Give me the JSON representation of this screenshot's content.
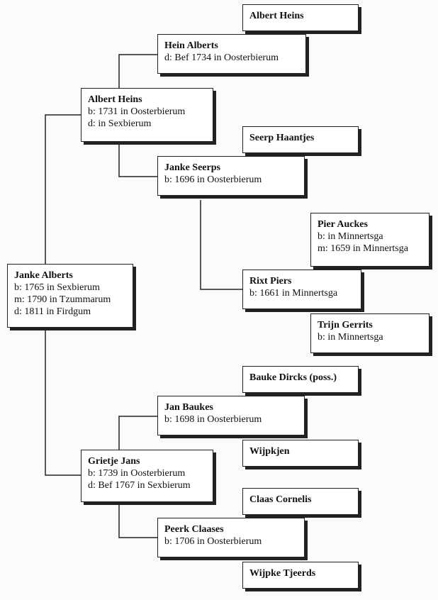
{
  "people": {
    "albert_heins_sr": {
      "name": "Albert Heins"
    },
    "hein_alberts": {
      "name": "Hein Alberts",
      "death": "d: Bef 1734 in Oosterbierum"
    },
    "albert_heins": {
      "name": "Albert Heins",
      "birth": "b: 1731 in Oosterbierum",
      "death": "d: in Sexbierum"
    },
    "seerp_haantjes": {
      "name": "Seerp Haantjes"
    },
    "janke_seerps": {
      "name": "Janke Seerps",
      "birth": "b: 1696 in Oosterbierum"
    },
    "pier_auckes": {
      "name": "Pier Auckes",
      "birth": "b: in Minnertsga",
      "marriage": "m: 1659 in Minnertsga"
    },
    "janke_alberts": {
      "name": "Janke Alberts",
      "birth": "b: 1765 in Sexbierum",
      "marriage": "m: 1790 in Tzummarum",
      "death": "d: 1811 in Firdgum"
    },
    "rixt_piers": {
      "name": "Rixt Piers",
      "birth": "b: 1661 in Minnertsga"
    },
    "trijn_gerrits": {
      "name": "Trijn Gerrits",
      "birth": "b: in Minnertsga"
    },
    "bauke_dircks": {
      "name": "Bauke Dircks (poss.)"
    },
    "jan_baukes": {
      "name": "Jan Baukes",
      "birth": "b: 1698 in Oosterbierum"
    },
    "wijpkjen": {
      "name": "Wijpkjen"
    },
    "grietje_jans": {
      "name": "Grietje Jans",
      "birth": "b: 1739 in Oosterbierum",
      "death": "d: Bef 1767 in Sexbierum"
    },
    "claas_cornelis": {
      "name": "Claas Cornelis"
    },
    "peerk_claases": {
      "name": "Peerk Claases",
      "birth": "b: 1706 in Oosterbierum"
    },
    "wijpke_tjeerds": {
      "name": "Wijpke Tjeerds"
    }
  }
}
